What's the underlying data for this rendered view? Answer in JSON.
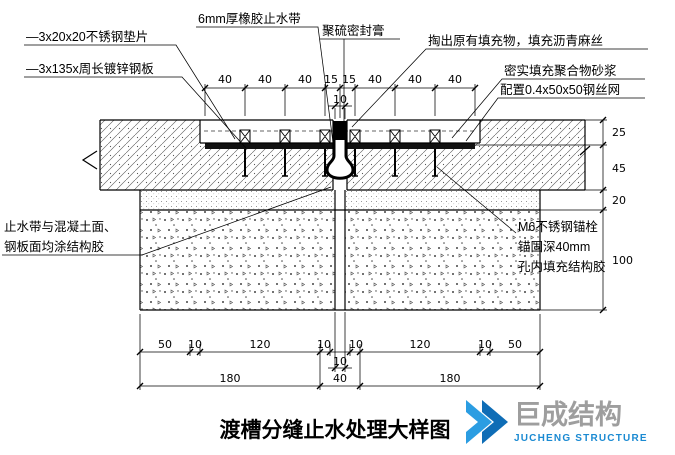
{
  "title": "渡槽分缝止水处理大样图",
  "labels": {
    "gasket": "—3x20x20不锈钢垫片",
    "plate": "—3x135x周长镀锌钢板",
    "waterstop": "6mm厚橡胶止水带",
    "sealant": "聚硫密封膏",
    "excavate": "掏出原有填充物，填充沥青麻丝",
    "mortar": "密实填充聚合物砂浆",
    "mesh": "配置0.4x50x50钢丝网",
    "glue1": "止水带与混凝土面、",
    "glue2": "钢板面均涂结构胶",
    "anchor1": "M6不锈钢锚栓",
    "anchor2": "锚固深40mm",
    "anchor3": "孔内填充结构胶"
  },
  "dims": {
    "top": [
      "40",
      "40",
      "40",
      "15",
      "15",
      "40",
      "40",
      "40"
    ],
    "top_gap": "10",
    "right": [
      "25",
      "45",
      "20",
      "100"
    ],
    "b1": [
      "50",
      "10",
      "120",
      "10",
      "10",
      "120",
      "10",
      "50"
    ],
    "b_gap": "10",
    "b2": [
      "180",
      "40",
      "180"
    ]
  },
  "logo": {
    "cn": "巨成结构",
    "en": "JUCHENG STRUCTURE",
    "blue": "#1b8ad2",
    "gray": "#9e9e9e"
  }
}
